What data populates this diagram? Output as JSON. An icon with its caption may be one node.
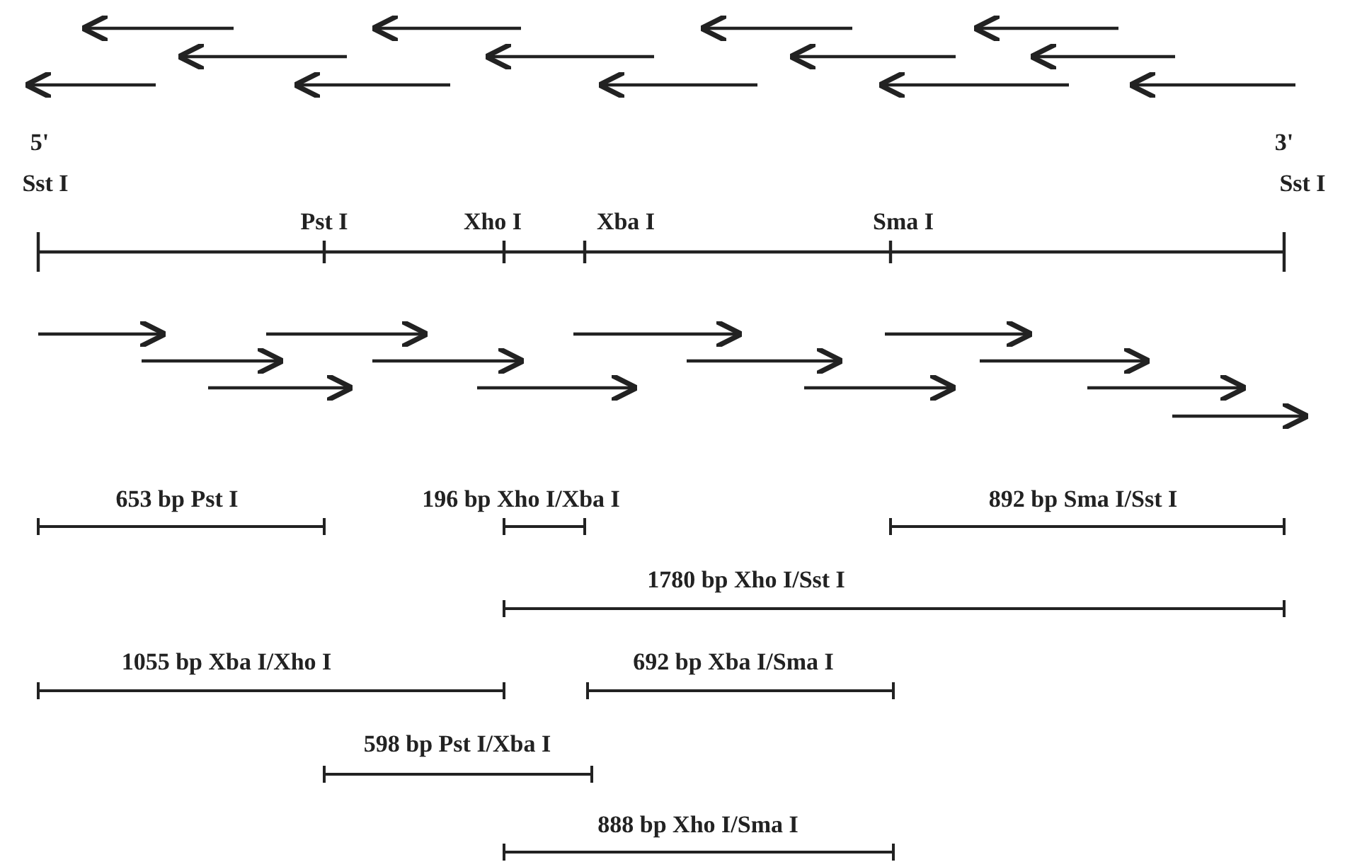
{
  "diagram": {
    "labels": [
      "5'",
      "3'",
      "Sst I",
      "Pst I",
      "Xho I",
      "Xba I",
      "Sma I",
      "Sst I",
      "653 bp Pst I",
      "196 bp Xho I/Xba I",
      "892 bp Sma I/Sst I",
      "1780 bp Xho I/Sst I",
      "1055 bp Xba I/Xho I",
      "692 bp Xba I/Sma I",
      "598 bp Pst I/Xba I",
      "888 bp Xho I/Sma I"
    ]
  }
}
